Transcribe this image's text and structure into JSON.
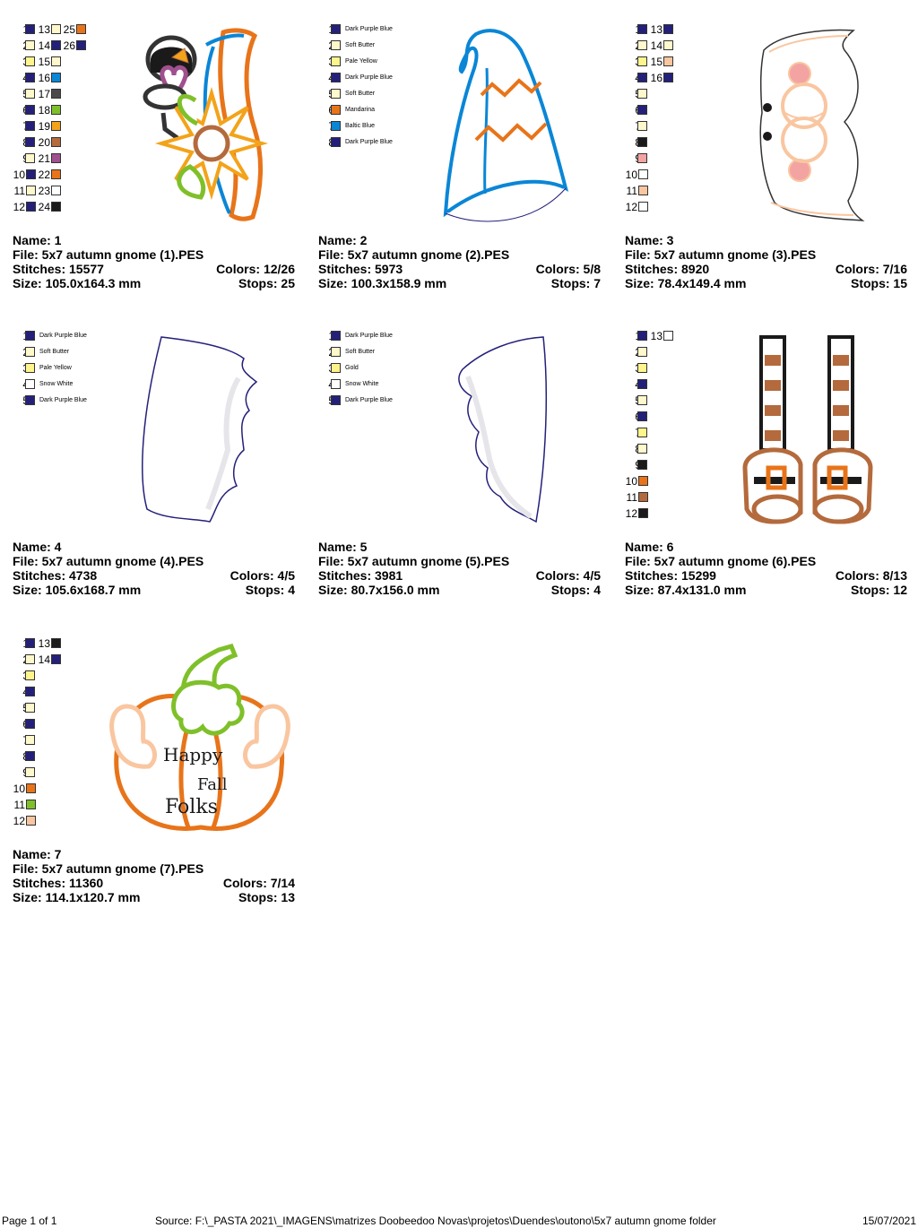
{
  "palette": {
    "dark_purple_blue": "#24207a",
    "soft_butter": "#fff8cc",
    "pale_yellow": "#fff58c",
    "snow_white": "#ffffff",
    "mandarina": "#e8741a",
    "baltic_blue": "#0a86d6",
    "gold": "#fff28a",
    "grey": "#4a4a4a",
    "green": "#7fc02a",
    "orange": "#f3a31a",
    "brown": "#b46a3c",
    "plum": "#a0508e",
    "black": "#1a1a1a",
    "pink": "#f4a3a3",
    "peach": "#f9c6a0"
  },
  "cards": [
    {
      "name": "Name: 1",
      "file": "File: 5x7 autumn gnome (1).PES",
      "stitches": "Stitches: 15577",
      "colors": "Colors: 12/26",
      "size": "Size: 105.0x164.3 mm",
      "stops": "Stops: 25",
      "art_icon": "gnome-hat-sunflower-icon",
      "legend": [
        {
          "col": 0,
          "row": 0,
          "n": "1",
          "c": "dark_purple_blue"
        },
        {
          "col": 0,
          "row": 1,
          "n": "2",
          "c": "soft_butter"
        },
        {
          "col": 0,
          "row": 2,
          "n": "3",
          "c": "pale_yellow"
        },
        {
          "col": 0,
          "row": 3,
          "n": "4",
          "c": "dark_purple_blue"
        },
        {
          "col": 0,
          "row": 4,
          "n": "5",
          "c": "soft_butter"
        },
        {
          "col": 0,
          "row": 5,
          "n": "6",
          "c": "dark_purple_blue"
        },
        {
          "col": 0,
          "row": 6,
          "n": "7",
          "c": "dark_purple_blue"
        },
        {
          "col": 0,
          "row": 7,
          "n": "8",
          "c": "dark_purple_blue"
        },
        {
          "col": 0,
          "row": 8,
          "n": "9",
          "c": "soft_butter"
        },
        {
          "col": 0,
          "row": 9,
          "n": "10",
          "c": "dark_purple_blue"
        },
        {
          "col": 0,
          "row": 10,
          "n": "11",
          "c": "soft_butter"
        },
        {
          "col": 0,
          "row": 11,
          "n": "12",
          "c": "dark_purple_blue"
        },
        {
          "col": 1,
          "row": 0,
          "n": "13",
          "c": "soft_butter"
        },
        {
          "col": 1,
          "row": 1,
          "n": "14",
          "c": "dark_purple_blue"
        },
        {
          "col": 1,
          "row": 2,
          "n": "15",
          "c": "soft_butter"
        },
        {
          "col": 1,
          "row": 3,
          "n": "16",
          "c": "baltic_blue"
        },
        {
          "col": 1,
          "row": 4,
          "n": "17",
          "c": "grey"
        },
        {
          "col": 1,
          "row": 5,
          "n": "18",
          "c": "green"
        },
        {
          "col": 1,
          "row": 6,
          "n": "19",
          "c": "orange"
        },
        {
          "col": 1,
          "row": 7,
          "n": "20",
          "c": "brown"
        },
        {
          "col": 1,
          "row": 8,
          "n": "21",
          "c": "plum"
        },
        {
          "col": 1,
          "row": 9,
          "n": "22",
          "c": "mandarina"
        },
        {
          "col": 1,
          "row": 10,
          "n": "23",
          "c": "snow_white"
        },
        {
          "col": 1,
          "row": 11,
          "n": "24",
          "c": "black"
        },
        {
          "col": 2,
          "row": 0,
          "n": "25",
          "c": "mandarina"
        },
        {
          "col": 2,
          "row": 1,
          "n": "26",
          "c": "dark_purple_blue"
        }
      ]
    },
    {
      "name": "Name: 2",
      "file": "File: 5x7 autumn gnome (2).PES",
      "stitches": "Stitches: 5973",
      "colors": "Colors: 5/8",
      "size": "Size: 100.3x158.9 mm",
      "stops": "Stops: 7",
      "art_icon": "gnome-hat-icon",
      "legend": [
        {
          "col": 0,
          "row": 0,
          "n": "1",
          "c": "dark_purple_blue",
          "label": "Dark Purple Blue"
        },
        {
          "col": 0,
          "row": 1,
          "n": "2",
          "c": "soft_butter",
          "label": "Soft Butter"
        },
        {
          "col": 0,
          "row": 2,
          "n": "3",
          "c": "pale_yellow",
          "label": "Pale Yellow"
        },
        {
          "col": 0,
          "row": 3,
          "n": "4",
          "c": "dark_purple_blue",
          "label": "Dark Purple Blue"
        },
        {
          "col": 0,
          "row": 4,
          "n": "5",
          "c": "soft_butter",
          "label": "Soft Butter"
        },
        {
          "col": 0,
          "row": 5,
          "n": "6",
          "c": "mandarina",
          "label": "Mandarina"
        },
        {
          "col": 0,
          "row": 6,
          "n": "7",
          "c": "baltic_blue",
          "label": "Baltic Blue"
        },
        {
          "col": 0,
          "row": 7,
          "n": "8",
          "c": "dark_purple_blue",
          "label": "Dark Purple Blue"
        }
      ]
    },
    {
      "name": "Name: 3",
      "file": "File: 5x7 autumn gnome (3).PES",
      "stitches": "Stitches: 8920",
      "colors": "Colors: 7/16",
      "size": "Size: 78.4x149.4 mm",
      "stops": "Stops: 15",
      "art_icon": "gnome-face-glasses-icon",
      "legend": [
        {
          "col": 0,
          "row": 0,
          "n": "1",
          "c": "dark_purple_blue"
        },
        {
          "col": 0,
          "row": 1,
          "n": "2",
          "c": "soft_butter"
        },
        {
          "col": 0,
          "row": 2,
          "n": "3",
          "c": "pale_yellow"
        },
        {
          "col": 0,
          "row": 3,
          "n": "4",
          "c": "dark_purple_blue"
        },
        {
          "col": 0,
          "row": 4,
          "n": "5",
          "c": "soft_butter"
        },
        {
          "col": 0,
          "row": 5,
          "n": "6",
          "c": "dark_purple_blue"
        },
        {
          "col": 0,
          "row": 6,
          "n": "7",
          "c": "soft_butter"
        },
        {
          "col": 0,
          "row": 7,
          "n": "8",
          "c": "black"
        },
        {
          "col": 0,
          "row": 8,
          "n": "9",
          "c": "pink"
        },
        {
          "col": 0,
          "row": 9,
          "n": "10",
          "c": "snow_white"
        },
        {
          "col": 0,
          "row": 10,
          "n": "11",
          "c": "peach"
        },
        {
          "col": 0,
          "row": 11,
          "n": "12",
          "c": "snow_white"
        },
        {
          "col": 1,
          "row": 0,
          "n": "13",
          "c": "dark_purple_blue"
        },
        {
          "col": 1,
          "row": 1,
          "n": "14",
          "c": "soft_butter"
        },
        {
          "col": 1,
          "row": 2,
          "n": "15",
          "c": "peach"
        },
        {
          "col": 1,
          "row": 3,
          "n": "16",
          "c": "dark_purple_blue"
        }
      ]
    },
    {
      "name": "Name: 4",
      "file": "File: 5x7 autumn gnome (4).PES",
      "stitches": "Stitches: 4738",
      "colors": "Colors: 4/5",
      "size": "Size: 105.6x168.7 mm",
      "stops": "Stops: 4",
      "art_icon": "gnome-beard-left-icon",
      "legend": [
        {
          "col": 0,
          "row": 0,
          "n": "1",
          "c": "dark_purple_blue",
          "label": "Dark Purple Blue"
        },
        {
          "col": 0,
          "row": 1,
          "n": "2",
          "c": "soft_butter",
          "label": "Soft Butter"
        },
        {
          "col": 0,
          "row": 2,
          "n": "3",
          "c": "pale_yellow",
          "label": "Pale Yellow"
        },
        {
          "col": 0,
          "row": 3,
          "n": "4",
          "c": "snow_white",
          "label": "Snow White"
        },
        {
          "col": 0,
          "row": 4,
          "n": "5",
          "c": "dark_purple_blue",
          "label": "Dark Purple Blue"
        }
      ]
    },
    {
      "name": "Name: 5",
      "file": "File: 5x7 autumn gnome (5).PES",
      "stitches": "Stitches: 3981",
      "colors": "Colors: 4/5",
      "size": "Size: 80.7x156.0 mm",
      "stops": "Stops: 4",
      "art_icon": "gnome-beard-right-icon",
      "legend": [
        {
          "col": 0,
          "row": 0,
          "n": "1",
          "c": "dark_purple_blue",
          "label": "Dark Purple Blue"
        },
        {
          "col": 0,
          "row": 1,
          "n": "2",
          "c": "soft_butter",
          "label": "Soft Butter"
        },
        {
          "col": 0,
          "row": 2,
          "n": "3",
          "c": "gold",
          "label": "Gold"
        },
        {
          "col": 0,
          "row": 3,
          "n": "4",
          "c": "snow_white",
          "label": "Snow White"
        },
        {
          "col": 0,
          "row": 4,
          "n": "5",
          "c": "dark_purple_blue",
          "label": "Dark Purple Blue"
        }
      ]
    },
    {
      "name": "Name: 6",
      "file": "File: 5x7 autumn gnome (6).PES",
      "stitches": "Stitches: 15299",
      "colors": "Colors: 8/13",
      "size": "Size: 87.4x131.0 mm",
      "stops": "Stops: 12",
      "art_icon": "gnome-legs-boots-icon",
      "legend": [
        {
          "col": 0,
          "row": 0,
          "n": "1",
          "c": "dark_purple_blue"
        },
        {
          "col": 0,
          "row": 1,
          "n": "2",
          "c": "soft_butter"
        },
        {
          "col": 0,
          "row": 2,
          "n": "3",
          "c": "pale_yellow"
        },
        {
          "col": 0,
          "row": 3,
          "n": "4",
          "c": "dark_purple_blue"
        },
        {
          "col": 0,
          "row": 4,
          "n": "5",
          "c": "soft_butter"
        },
        {
          "col": 0,
          "row": 5,
          "n": "6",
          "c": "dark_purple_blue"
        },
        {
          "col": 0,
          "row": 6,
          "n": "7",
          "c": "pale_yellow"
        },
        {
          "col": 0,
          "row": 7,
          "n": "8",
          "c": "soft_butter"
        },
        {
          "col": 0,
          "row": 8,
          "n": "9",
          "c": "black"
        },
        {
          "col": 0,
          "row": 9,
          "n": "10",
          "c": "mandarina"
        },
        {
          "col": 0,
          "row": 10,
          "n": "11",
          "c": "brown"
        },
        {
          "col": 0,
          "row": 11,
          "n": "12",
          "c": "black"
        },
        {
          "col": 1,
          "row": 0,
          "n": "13",
          "c": "snow_white"
        }
      ]
    },
    {
      "name": "Name: 7",
      "file": "File: 5x7 autumn gnome (7).PES",
      "stitches": "Stitches: 11360",
      "colors": "Colors: 7/14",
      "size": "Size: 114.1x120.7 mm",
      "stops": "Stops: 13",
      "art_icon": "pumpkin-happy-fall-folks-icon",
      "art_text": [
        "Happy",
        "Fall",
        "Folks"
      ],
      "legend": [
        {
          "col": 0,
          "row": 0,
          "n": "1",
          "c": "dark_purple_blue"
        },
        {
          "col": 0,
          "row": 1,
          "n": "2",
          "c": "soft_butter"
        },
        {
          "col": 0,
          "row": 2,
          "n": "3",
          "c": "pale_yellow"
        },
        {
          "col": 0,
          "row": 3,
          "n": "4",
          "c": "dark_purple_blue"
        },
        {
          "col": 0,
          "row": 4,
          "n": "5",
          "c": "soft_butter"
        },
        {
          "col": 0,
          "row": 5,
          "n": "6",
          "c": "dark_purple_blue"
        },
        {
          "col": 0,
          "row": 6,
          "n": "7",
          "c": "soft_butter"
        },
        {
          "col": 0,
          "row": 7,
          "n": "8",
          "c": "dark_purple_blue"
        },
        {
          "col": 0,
          "row": 8,
          "n": "9",
          "c": "soft_butter"
        },
        {
          "col": 0,
          "row": 9,
          "n": "10",
          "c": "mandarina"
        },
        {
          "col": 0,
          "row": 10,
          "n": "11",
          "c": "green"
        },
        {
          "col": 0,
          "row": 11,
          "n": "12",
          "c": "peach"
        },
        {
          "col": 1,
          "row": 0,
          "n": "13",
          "c": "black"
        },
        {
          "col": 1,
          "row": 1,
          "n": "14",
          "c": "dark_purple_blue"
        }
      ]
    }
  ],
  "footer": {
    "page": "Page 1 of 1",
    "source": "Source: F:\\_PASTA 2021\\_IMAGENS\\matrizes Doobeedoo Novas\\projetos\\Duendes\\outono\\5x7 autumn gnome folder",
    "date": "15/07/2021"
  }
}
